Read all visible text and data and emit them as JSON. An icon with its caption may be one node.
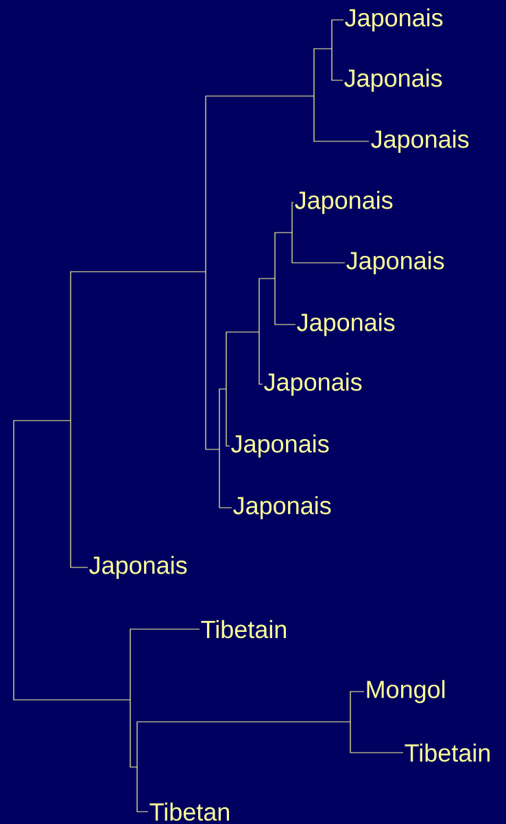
{
  "diagram": {
    "labels": [
      "Japonais",
      "Japonais",
      "Japonais",
      "Japonais",
      "Japonais",
      "Japonais",
      "Japonais",
      "Japonais",
      "Japonais",
      "Japonais",
      "Tibetain",
      "Mongol",
      "Tibetain",
      "Tibetan"
    ]
  }
}
